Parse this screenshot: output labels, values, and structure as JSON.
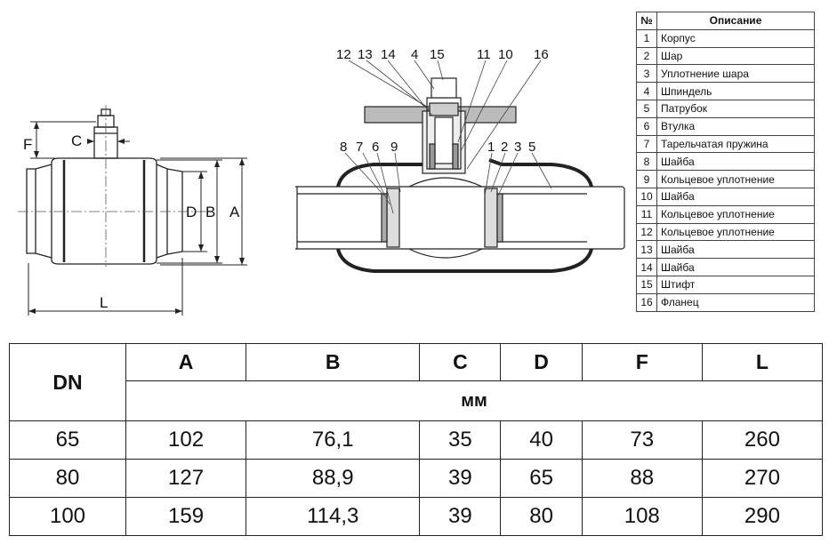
{
  "left_drawing": {
    "labels": {
      "f": "F",
      "c": "C",
      "d": "D",
      "b": "B",
      "a": "A",
      "l": "L"
    }
  },
  "section_drawing": {
    "callouts_top": [
      "12",
      "13",
      "14",
      "4",
      "15",
      "11",
      "10",
      "16"
    ],
    "callouts_left": [
      "8",
      "7",
      "6",
      "9"
    ],
    "callouts_right": [
      "1",
      "2",
      "3",
      "5"
    ]
  },
  "parts_table": {
    "header": {
      "num": "№",
      "desc": "Описание"
    },
    "rows": [
      {
        "num": "1",
        "desc": "Корпус"
      },
      {
        "num": "2",
        "desc": "Шар"
      },
      {
        "num": "3",
        "desc": "Уплотнение шара"
      },
      {
        "num": "4",
        "desc": "Шпиндель"
      },
      {
        "num": "5",
        "desc": "Патрубок"
      },
      {
        "num": "6",
        "desc": "Втулка"
      },
      {
        "num": "7",
        "desc": "Тарельчатая пружина"
      },
      {
        "num": "8",
        "desc": "Шайба"
      },
      {
        "num": "9",
        "desc": "Кольцевое уплотнение"
      },
      {
        "num": "10",
        "desc": "Шайба"
      },
      {
        "num": "11",
        "desc": "Кольцевое уплотнение"
      },
      {
        "num": "12",
        "desc": "Кольцевое уплотнение"
      },
      {
        "num": "13",
        "desc": "Шайба"
      },
      {
        "num": "14",
        "desc": "Шайба"
      },
      {
        "num": "15",
        "desc": "Штифт"
      },
      {
        "num": "16",
        "desc": "Фланец"
      }
    ]
  },
  "dimensions_table": {
    "dn_header": "DN",
    "columns": [
      "A",
      "B",
      "C",
      "D",
      "F",
      "L"
    ],
    "unit": "мм",
    "rows": [
      {
        "dn": "65",
        "values": [
          "102",
          "76,1",
          "35",
          "40",
          "73",
          "260"
        ]
      },
      {
        "dn": "80",
        "values": [
          "127",
          "88,9",
          "39",
          "65",
          "88",
          "270"
        ]
      },
      {
        "dn": "100",
        "values": [
          "159",
          "114,3",
          "39",
          "80",
          "108",
          "290"
        ]
      }
    ]
  }
}
